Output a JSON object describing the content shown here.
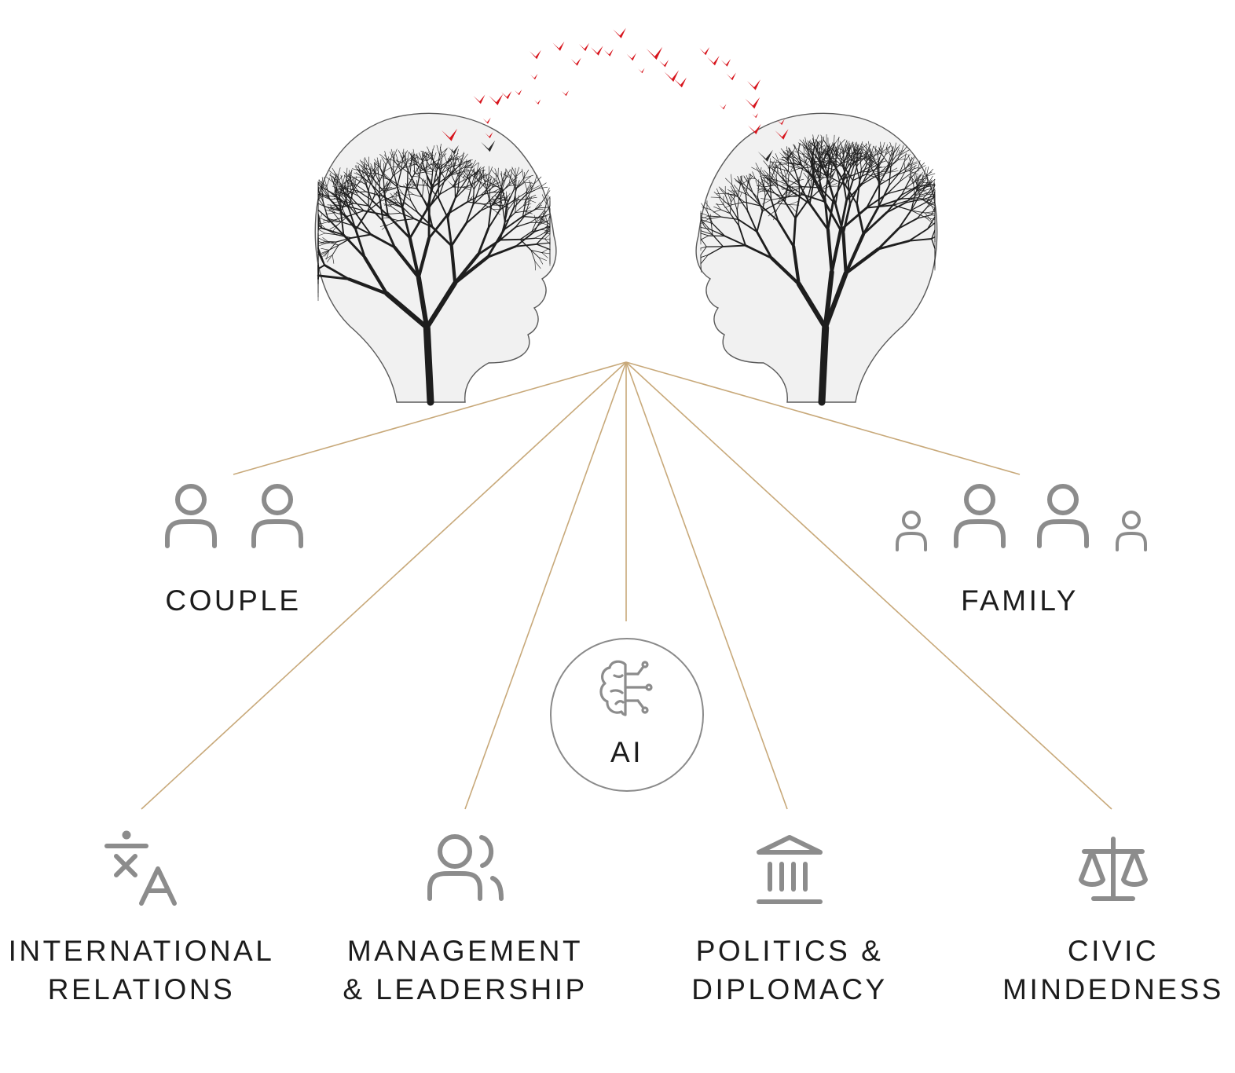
{
  "nodes": {
    "couple": {
      "label": "COUPLE"
    },
    "family": {
      "label": "FAMILY"
    },
    "ai": {
      "label": "AI"
    },
    "international_relations": {
      "line1": "INTERNATIONAL",
      "line2": "RELATIONS"
    },
    "management_leadership": {
      "line1": "MANAGEMENT",
      "line2": "& LEADERSHIP"
    },
    "politics_diplomacy": {
      "line1": "POLITICS &",
      "line2": "DIPLOMACY"
    },
    "civic_mindedness": {
      "line1": "CIVIC",
      "line2": "MINDEDNESS"
    }
  },
  "colors": {
    "connector": "#c8a97a",
    "icon": "#8c8c8c",
    "branch": "#1e1e1e",
    "bird_red": "#d7141c",
    "text": "#1c1c1c"
  },
  "icons": {
    "couple": "two-person-icon",
    "family": "family-icon",
    "ai": "brain-circuit-icon",
    "international_relations": "translate-icon",
    "management_leadership": "group-icon",
    "politics_diplomacy": "institution-icon",
    "civic_mindedness": "balance-scale-icon"
  }
}
